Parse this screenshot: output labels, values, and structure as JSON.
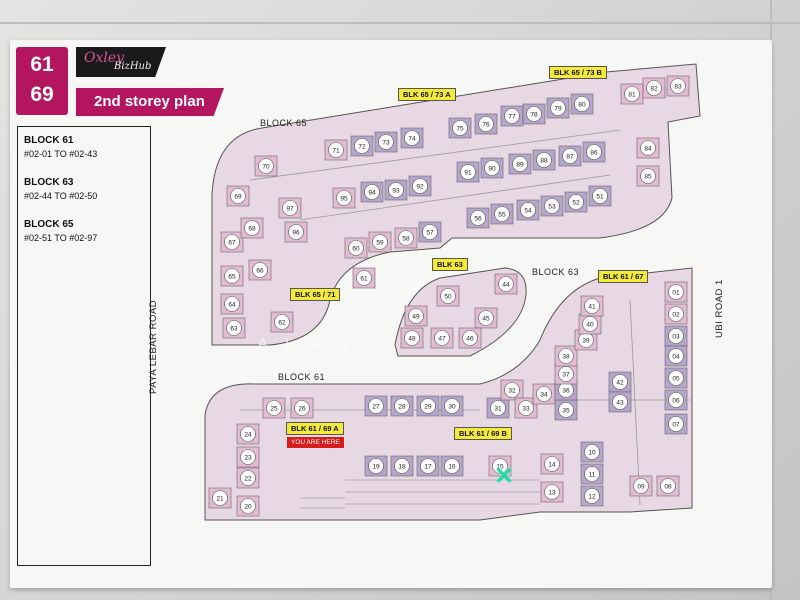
{
  "header": {
    "logo_top": "61",
    "logo_bottom": "69",
    "brand_main": "Oxley",
    "brand_sub": "BizHub",
    "plan_title": "2nd storey plan"
  },
  "legend": [
    {
      "block": "BLOCK 61",
      "range": "#02-01 TO #02-43"
    },
    {
      "block": "BLOCK 63",
      "range": "#02-44 TO #02-50"
    },
    {
      "block": "BLOCK 65",
      "range": "#02-51 TO #02-97"
    }
  ],
  "roads": {
    "left": "PAYA LEBAR ROAD",
    "right": "UBI ROAD 1"
  },
  "block_labels": {
    "b65": "BLOCK 65",
    "b63": "BLOCK 63",
    "b61": "BLOCK 61"
  },
  "tags": {
    "t1": "BLK 65 / 73 A",
    "t2": "BLK 65 / 73 B",
    "t3": "BLK 63",
    "t4": "BLK 61 / 67",
    "t5": "BLK 65 / 71",
    "t6": "BLK 61 / 69 A",
    "t7": "BLK 61 / 69 B"
  },
  "you_are_here": "YOU ARE HERE",
  "watermark": "ALANO",
  "colors": {
    "accent": "#b3155f",
    "unit_pink": "#e3bcd4",
    "unit_purple": "#b6a6cb",
    "tag_yellow": "#f5ea3a",
    "marker": "#2bd6a9"
  },
  "units": [
    "01",
    "02",
    "03",
    "04",
    "05",
    "06",
    "07",
    "08",
    "09",
    "10",
    "11",
    "12",
    "13",
    "14",
    "15",
    "16",
    "17",
    "18",
    "19",
    "20",
    "21",
    "22",
    "23",
    "24",
    "25",
    "26",
    "27",
    "28",
    "29",
    "30",
    "31",
    "32",
    "33",
    "34",
    "35",
    "36",
    "37",
    "38",
    "39",
    "40",
    "41",
    "42",
    "43",
    "44",
    "45",
    "46",
    "47",
    "48",
    "49",
    "50",
    "51",
    "52",
    "53",
    "54",
    "55",
    "56",
    "57",
    "58",
    "59",
    "60",
    "61",
    "62",
    "63",
    "64",
    "65",
    "66",
    "67",
    "68",
    "69",
    "70",
    "71",
    "72",
    "73",
    "74",
    "75",
    "76",
    "77",
    "78",
    "79",
    "80",
    "81",
    "82",
    "83",
    "84",
    "85",
    "86",
    "87",
    "88",
    "89",
    "90",
    "91",
    "92",
    "93",
    "94",
    "95",
    "96",
    "97"
  ]
}
